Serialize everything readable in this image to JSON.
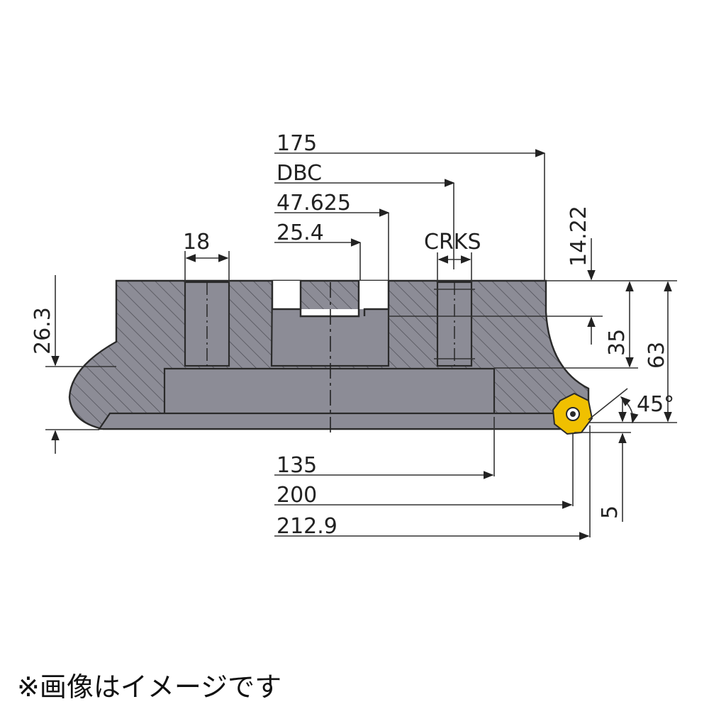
{
  "dimensions": {
    "d175": "175",
    "dbc": "DBC",
    "d47625": "47.625",
    "d254": "25.4",
    "d18": "18",
    "crks": "CRKS",
    "d1422": "14.22",
    "d263": "26.3",
    "d35": "35",
    "d63": "63",
    "d45": "45°",
    "d135": "135",
    "d200": "200",
    "d2129": "212.9",
    "d5": "5"
  },
  "note": "※画像はイメージです",
  "colors": {
    "body": "#8c8c96",
    "hatch": "#4a4a52",
    "insert": "#f0c000",
    "line": "#333333"
  }
}
